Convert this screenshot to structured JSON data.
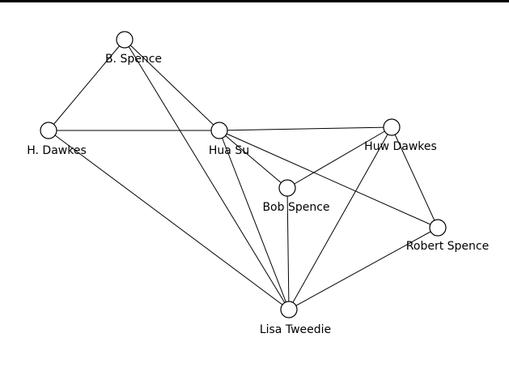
{
  "nodes": [
    {
      "id": "b-spence",
      "label": "B. Spence"
    },
    {
      "id": "h-dawkes",
      "label": "H. Dawkes"
    },
    {
      "id": "hua-su",
      "label": "Hua Su"
    },
    {
      "id": "huw-dawkes",
      "label": "Huw Dawkes"
    },
    {
      "id": "bob-spence",
      "label": "Bob Spence"
    },
    {
      "id": "robert-spence",
      "label": "Robert Spence"
    },
    {
      "id": "lisa-tweedie",
      "label": "Lisa Tweedie"
    }
  ],
  "edges": [
    [
      "b-spence",
      "h-dawkes"
    ],
    [
      "b-spence",
      "hua-su"
    ],
    [
      "b-spence",
      "lisa-tweedie"
    ],
    [
      "h-dawkes",
      "hua-su"
    ],
    [
      "h-dawkes",
      "lisa-tweedie"
    ],
    [
      "hua-su",
      "huw-dawkes"
    ],
    [
      "hua-su",
      "bob-spence"
    ],
    [
      "hua-su",
      "robert-spence"
    ],
    [
      "hua-su",
      "lisa-tweedie"
    ],
    [
      "huw-dawkes",
      "bob-spence"
    ],
    [
      "huw-dawkes",
      "robert-spence"
    ],
    [
      "huw-dawkes",
      "lisa-tweedie"
    ],
    [
      "bob-spence",
      "lisa-tweedie"
    ],
    [
      "robert-spence",
      "lisa-tweedie"
    ]
  ]
}
